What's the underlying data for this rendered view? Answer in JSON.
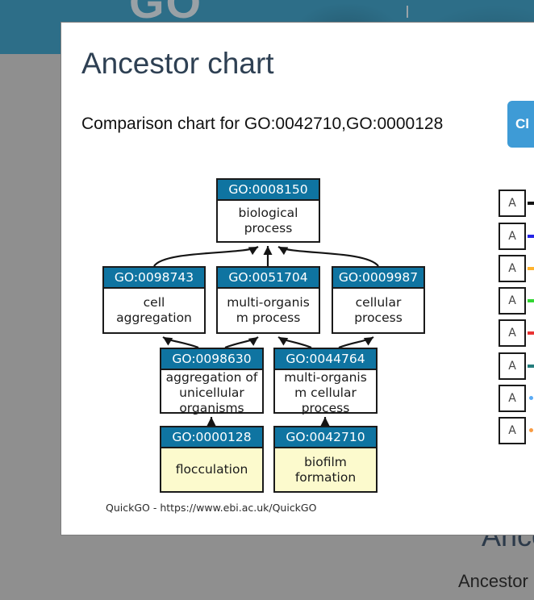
{
  "page": {
    "header": {
      "logo_text": "GO"
    },
    "background": {
      "heading": "Ancestor chart",
      "text": "Ancestor"
    }
  },
  "modal": {
    "title": "Ancestor chart",
    "subtitle": "Comparison chart for GO:0042710,GO:0000128",
    "button_label": "Cl"
  },
  "chart": {
    "type": "ancestor-graph",
    "nodes": [
      {
        "id": "GO:0008150",
        "label": "biological\nprocess",
        "highlight": false
      },
      {
        "id": "GO:0098743",
        "label": "cell\naggregation",
        "highlight": false
      },
      {
        "id": "GO:0051704",
        "label": "multi-organis\nm process",
        "highlight": false
      },
      {
        "id": "GO:0009987",
        "label": "cellular\nprocess",
        "highlight": false
      },
      {
        "id": "GO:0098630",
        "label": "aggregation of\nunicellular\norganisms",
        "highlight": false
      },
      {
        "id": "GO:0044764",
        "label": "multi-organis\nm cellular\nprocess",
        "highlight": false
      },
      {
        "id": "GO:0000128",
        "label": "flocculation",
        "highlight": true
      },
      {
        "id": "GO:0042710",
        "label": "biofilm\nformation",
        "highlight": true
      }
    ],
    "edges": [
      {
        "from": "GO:0098743",
        "to": "GO:0008150"
      },
      {
        "from": "GO:0051704",
        "to": "GO:0008150"
      },
      {
        "from": "GO:0009987",
        "to": "GO:0008150"
      },
      {
        "from": "GO:0098630",
        "to": "GO:0098743"
      },
      {
        "from": "GO:0098630",
        "to": "GO:0051704"
      },
      {
        "from": "GO:0044764",
        "to": "GO:0051704"
      },
      {
        "from": "GO:0044764",
        "to": "GO:0009987"
      },
      {
        "from": "GO:0000128",
        "to": "GO:0098630"
      },
      {
        "from": "GO:0042710",
        "to": "GO:0044764"
      }
    ],
    "footer": "QuickGO - https://www.ebi.ac.uk/QuickGO",
    "legend": {
      "box_label": "A",
      "items": [
        {
          "color": "#141414",
          "style": "solid"
        },
        {
          "color": "#2525e6",
          "style": "solid"
        },
        {
          "color": "#ffb32e",
          "style": "solid"
        },
        {
          "color": "#33d633",
          "style": "solid"
        },
        {
          "color": "#e93333",
          "style": "solid"
        },
        {
          "color": "#257d7d",
          "style": "solid"
        },
        {
          "color": "#5aabf5",
          "style": "dot"
        },
        {
          "color": "#f89b43",
          "style": "dot"
        }
      ]
    }
  },
  "colors": {
    "header_bar": "#2d6e88",
    "backdrop": "#8f8f8f",
    "node_header": "#0f74a1",
    "node_leaf_bg": "#fcfacd",
    "button_bg": "#3e9bd6",
    "title_text": "#2e4053",
    "edge": "#141414"
  }
}
